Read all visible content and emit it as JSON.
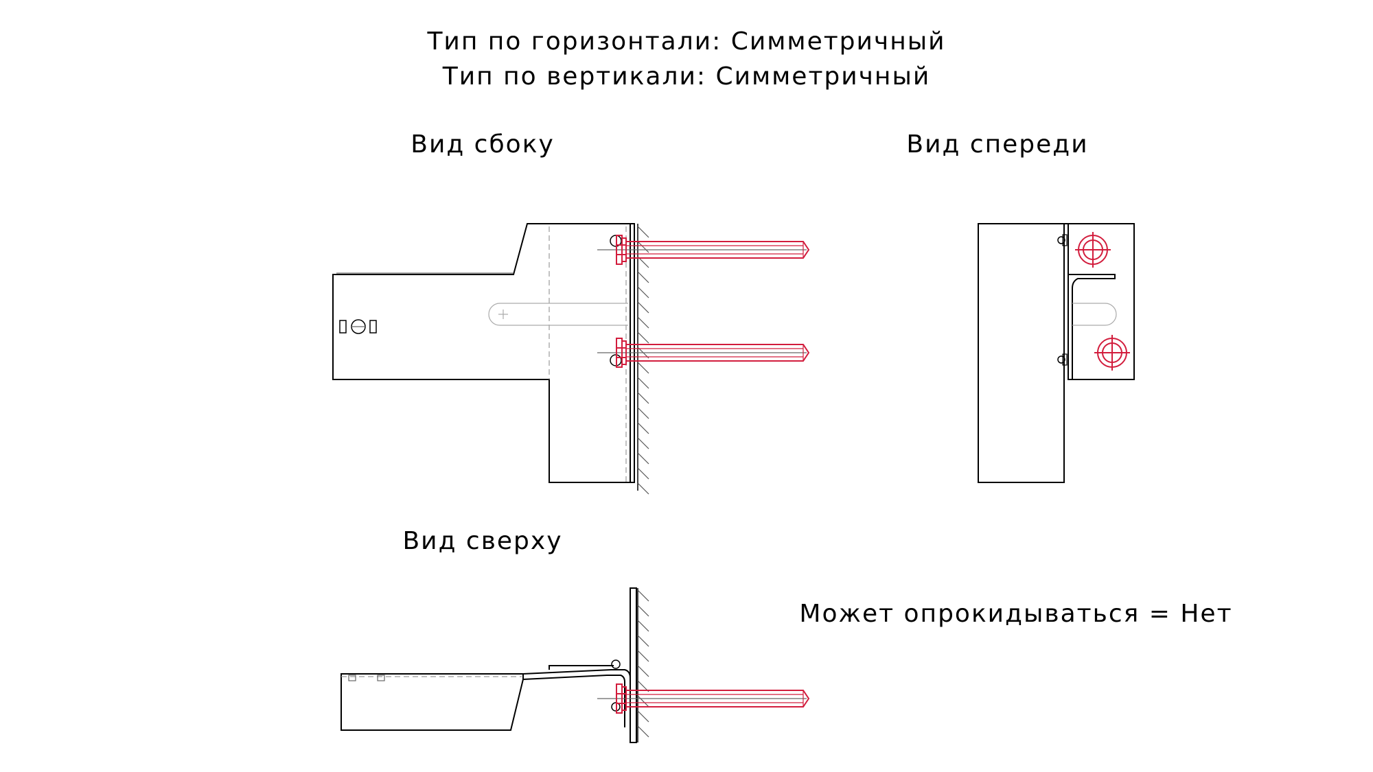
{
  "header": {
    "line1": "Тип по горизонтали: Симметричный",
    "line2": "Тип по вертикали: Симметричный"
  },
  "views": {
    "side_label": "Вид сбоку",
    "front_label": "Вид спереди",
    "top_label": "Вид сверху"
  },
  "note": "Может опрокидываться = Нет",
  "colors": {
    "outline": "#000000",
    "fastener": "#d21c3c",
    "hidden_line": "#999999"
  }
}
